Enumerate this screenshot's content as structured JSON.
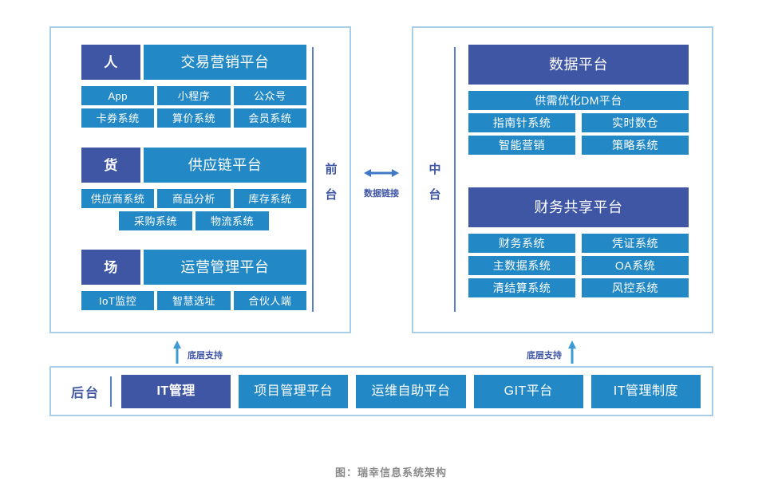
{
  "caption": "图：瑞幸信息系统架构",
  "colors": {
    "dark_blue": "#3f56a5",
    "light_blue": "#2389c6",
    "panel_border": "#a9cfe8",
    "rule": "#5b7fc7",
    "caption_gray": "#8a8a8a"
  },
  "front": {
    "label": "前台",
    "groups": [
      {
        "key": "人",
        "title": "交易营销平台",
        "rows": [
          [
            "App",
            "小程序",
            "公众号"
          ],
          [
            "卡券系统",
            "算价系统",
            "会员系统"
          ]
        ]
      },
      {
        "key": "货",
        "title": "供应链平台",
        "rows": [
          [
            "供应商系统",
            "商品分析",
            "库存系统"
          ],
          [
            "采购系统",
            "物流系统"
          ]
        ]
      },
      {
        "key": "场",
        "title": "运营管理平台",
        "rows": [
          [
            "IoT监控",
            "智慧选址",
            "合伙人端"
          ]
        ]
      }
    ]
  },
  "middle": {
    "label": "中台",
    "groups": [
      {
        "title": "数据平台",
        "wide": "供需优化DM平台",
        "rows": [
          [
            "指南针系统",
            "实时数仓"
          ],
          [
            "智能营销",
            "策略系统"
          ]
        ]
      },
      {
        "title": "财务共享平台",
        "wide": null,
        "rows": [
          [
            "财务系统",
            "凭证系统"
          ],
          [
            "主数据系统",
            "OA系统"
          ],
          [
            "清结算系统",
            "风控系统"
          ]
        ]
      }
    ]
  },
  "connector": {
    "label": "数据链接",
    "icon": "double-arrow-horizontal-icon"
  },
  "support": {
    "left_label": "底层支持",
    "right_label": "底层支持",
    "icon": "arrow-up-icon"
  },
  "back": {
    "label": "后台",
    "items": [
      {
        "text": "IT管理",
        "style": "dark"
      },
      {
        "text": "项目管理平台",
        "style": "light"
      },
      {
        "text": "运维自助平台",
        "style": "light"
      },
      {
        "text": "GIT平台",
        "style": "light"
      },
      {
        "text": "IT管理制度",
        "style": "light"
      }
    ]
  }
}
